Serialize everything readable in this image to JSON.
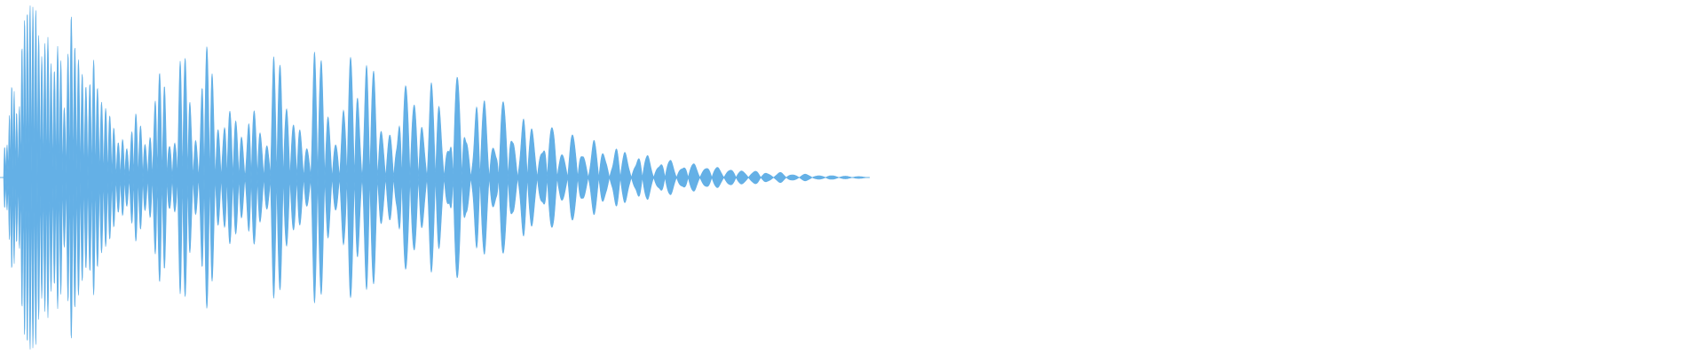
{
  "waveform": {
    "color": "#64b0e6",
    "background": "#ffffff",
    "amplitude_range": [
      -1,
      1
    ],
    "peaks": [
      0.18,
      0.55,
      0.35,
      0.92,
      1.0,
      0.98,
      0.7,
      0.82,
      0.6,
      0.78,
      0.4,
      0.95,
      0.72,
      0.6,
      0.5,
      0.68,
      0.45,
      0.4,
      0.35,
      0.2,
      0.22,
      0.15,
      0.38,
      0.3,
      0.18,
      0.25,
      0.62,
      0.55,
      0.18,
      0.2,
      0.72,
      0.68,
      0.25,
      0.18,
      0.78,
      0.72,
      0.3,
      0.22,
      0.4,
      0.35,
      0.28,
      0.15,
      0.42,
      0.36,
      0.2,
      0.18,
      0.72,
      0.65,
      0.4,
      0.3,
      0.32,
      0.2,
      0.15,
      0.75,
      0.68,
      0.38,
      0.2,
      0.18,
      0.4,
      0.7,
      0.55,
      0.22,
      0.7,
      0.62,
      0.3,
      0.2,
      0.25,
      0.18,
      0.58,
      0.5,
      0.42,
      0.35,
      0.18,
      0.55,
      0.48,
      0.22,
      0.15,
      0.6,
      0.55,
      0.2,
      0.15,
      0.5,
      0.45,
      0.22,
      0.15,
      0.45,
      0.4,
      0.2,
      0.15,
      0.38,
      0.3,
      0.18,
      0.14,
      0.32,
      0.28,
      0.14,
      0.12,
      0.25,
      0.22,
      0.12,
      0.1,
      0.22,
      0.18,
      0.1,
      0.08,
      0.2,
      0.16,
      0.08,
      0.07,
      0.16,
      0.13,
      0.07,
      0.06,
      0.12,
      0.1,
      0.06,
      0.05,
      0.09,
      0.08,
      0.05,
      0.05,
      0.07,
      0.06,
      0.04,
      0.04,
      0.05,
      0.04,
      0.03,
      0.03,
      0.04,
      0.03,
      0.02,
      0.02,
      0.03,
      0.02,
      0.015,
      0.015,
      0.02,
      0.015,
      0.01,
      0.01,
      0.012,
      0.01,
      0.008,
      0.008,
      0.006,
      0.006,
      0.005
    ]
  }
}
